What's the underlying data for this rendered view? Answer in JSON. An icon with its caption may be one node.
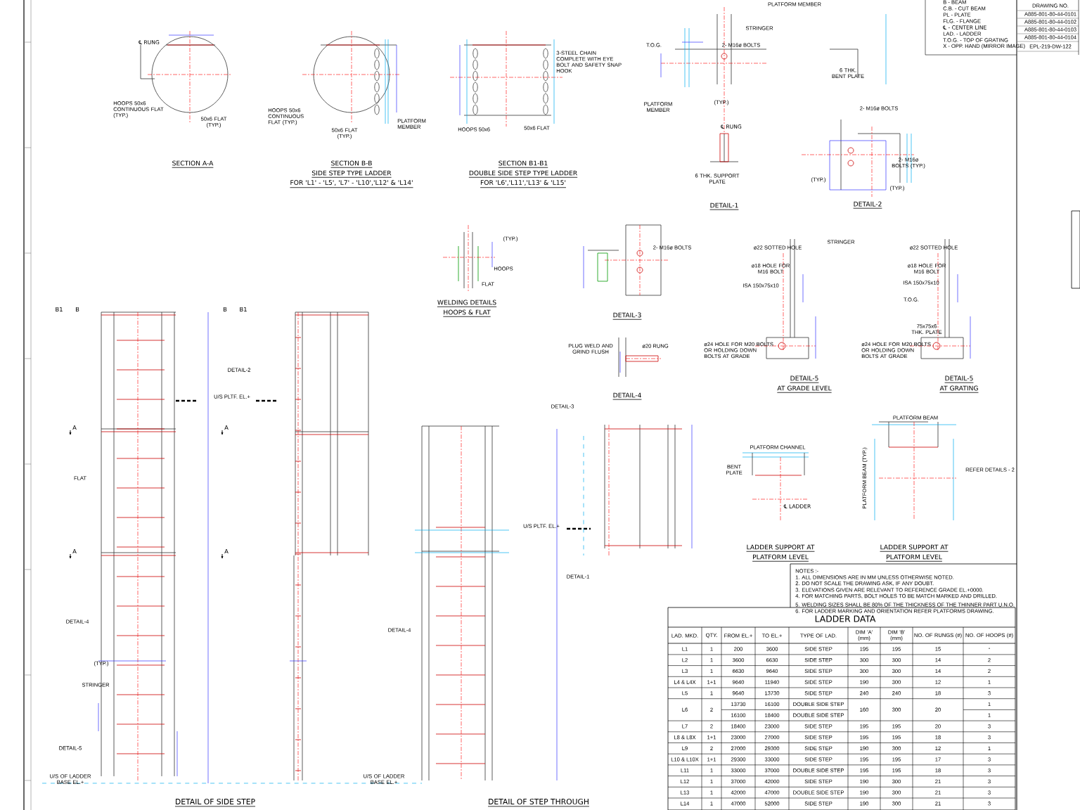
{
  "diagram": {
    "labels": [
      "B - BEAM",
      "C.B. - CUT BEAM",
      "PL - PLATE",
      "FLG. - FLANGE",
      "℄ - CENTER LINE",
      "LAD. - LADDER",
      "T.O.G. - TOP OF GRATING",
      "X - OPP. HAND (MIRROR IMAGE)",
      "DRAWING NO.",
      "A885-801-80-44-0101",
      "A885-801-80-44-0102",
      "A885-801-80-44-0103",
      "A885-801-80-44-0104",
      "EPL-219-DW-122",
      "℄ RUNG",
      "HOOPS 50x6 CONTINUOUS FLAT (TYP.)",
      "50x6 FLAT (TYP.)",
      "HOOPS 50x6 CONTINUOUS FLAT (TYP.)",
      "50x6 FLAT (TYP.)",
      "PLATFORM MEMBER",
      "HOOPS 50x6",
      "50x6 FLAT",
      "SECTION A-A",
      "SECTION B-B",
      "SIDE STEP TYPE LADDER",
      "FOR 'L1' - 'L5', 'L7' - 'L10','L12' & 'L14'",
      "SECTION B1-B1",
      "DOUBLE SIDE STEP TYPE LADDER",
      "FOR 'L6','L11','L13' & 'L15'",
      "3-STEEL CHAIN COMPLETE WITH EYE BOLT AND SAFETY SNAP HOOK",
      "T.O.G.",
      "STRINGER",
      "2- M16ø BOLTS",
      "PLATFORM MEMBER",
      "PLATFORM MEMBER",
      "6 THK. BENT PLATE",
      "(TYP.)",
      "℄ RUNG",
      "6 THK. SUPPORT PLATE",
      "DETAIL-1",
      "2- M16ø BOLTS",
      "2- M16ø BOLTS (TYP.)",
      "(TYP.)",
      "(TYP.)",
      "DETAIL-2",
      "(TYP.)",
      "HOOPS",
      "FLAT",
      "WELDING DETAILS",
      "HOOPS & FLAT",
      "2- M16ø BOLTS",
      "ø22 SOTTED HOLE",
      "STRINGER",
      "ø18 HOLE FOR M16 BOLT",
      "ISA 150x75x10",
      "ø22 SOTTED HOLE",
      "ø18 HOLE FOR M16 BOLT",
      "ISA 150x75x10",
      "T.O.G.",
      "75x75x6 THK. PLATE",
      "DETAIL-3",
      "PLUG WELD AND GRIND FLUSH",
      "ø20 RUNG",
      "ø24 HOLE FOR M20 BOLTS OR HOLDING DOWN BOLTS AT GRADE",
      "ø24 HOLE FOR M20 BOLTS OR HOLDING DOWN BOLTS AT GRADE",
      "DETAIL-4",
      "DETAIL-5",
      "AT GRADE LEVEL",
      "DETAIL-5",
      "AT GRATING",
      "PLATFORM BEAM",
      "PLATFORM CHANNEL",
      "BENT PLATE",
      "REFER DETAILS - 2",
      "℄ LADDER",
      "PLATFORM BEAM (TYP.)",
      "LADDER SUPPORT AT",
      "PLATFORM LEVEL",
      "LADDER SUPPORT AT",
      "PLATFORM LEVEL",
      "B1",
      "B",
      "B",
      "B1",
      "DETAIL-2",
      "U/S PLTF. EL.+",
      "A",
      "A",
      "FLAT",
      "A",
      "A",
      "DETAIL-4",
      "(TYP.)",
      "STRINGER",
      "DETAIL-5",
      "U/S OF LADDER BASE EL.+",
      "DETAIL-4",
      "U/S OF LADDER BASE EL.+",
      "DETAIL-3",
      "U/S PLTF. EL.+",
      "DETAIL-1",
      "DETAIL OF SIDE STEP",
      "DETAIL OF STEP THROUGH",
      "NOTES :-",
      "1. ALL DIMENSIONS ARE IN MM UNLESS OTHERWISE NOTED.",
      "2. DO NOT SCALE THE DRAWING ASK, IF ANY DOUBT.",
      "3. ELEVATIONS GIVEN ARE RELEVANT TO REFERENCE GRADE EL.+0000.",
      "4. FOR MATCHING PARTS, BOLT HOLES TO BE MATCH MARKED AND DRILLED.",
      "5. WELDING SIZES SHALL BE 80% OF THE THICKNESS OF THE THINNER PART U.N.O.",
      "6. FOR LADDER MARKING AND ORIENTATION REFER PLATFORMS DRAWING.",
      "LADDER DATA",
      "LAD. MKD.",
      "QTY.",
      "FROM EL.+",
      "TO EL.+",
      "TYPE OF LAD.",
      "DIM 'A' (mm)",
      "DIM 'B' (mm)",
      "NO. OF RUNGS (#)",
      "NO. OF HOOPS (#)",
      "L1",
      "1",
      "200",
      "3600",
      "SIDE STEP",
      "195",
      "195",
      "15",
      "-",
      "L2",
      "1",
      "3600",
      "6630",
      "SIDE STEP",
      "300",
      "300",
      "14",
      "2",
      "L3",
      "1",
      "6630",
      "9640",
      "SIDE STEP",
      "300",
      "300",
      "14",
      "2",
      "L4 & L4X",
      "1+1",
      "9640",
      "11940",
      "SIDE STEP",
      "190",
      "300",
      "12",
      "1",
      "L5",
      "1",
      "9640",
      "13730",
      "SIDE STEP",
      "240",
      "240",
      "18",
      "3",
      "L6",
      "2",
      "13730",
      "16100",
      "DOUBLE SIDE STEP",
      "160",
      "300",
      "20",
      "1",
      "16100",
      "18400",
      "DOUBLE SIDE STEP",
      "1",
      "L7",
      "2",
      "18400",
      "23000",
      "SIDE STEP",
      "195",
      "195",
      "20",
      "3",
      "L8 & L8X",
      "1+1",
      "23000",
      "27000",
      "SIDE STEP",
      "195",
      "195",
      "18",
      "3",
      "L9",
      "2",
      "27000",
      "29300",
      "SIDE STEP",
      "190",
      "300",
      "12",
      "1",
      "L10 & L10X",
      "1+1",
      "29300",
      "33000",
      "SIDE STEP",
      "195",
      "195",
      "17",
      "3",
      "L11",
      "1",
      "33000",
      "37000",
      "DOUBLE SIDE STEP",
      "195",
      "195",
      "18",
      "3",
      "L12",
      "1",
      "37000",
      "42000",
      "SIDE STEP",
      "190",
      "300",
      "21",
      "3",
      "L13",
      "1",
      "42000",
      "47000",
      "DOUBLE SIDE STEP",
      "190",
      "300",
      "21",
      "3",
      "L14",
      "1",
      "47000",
      "52000",
      "SIDE STEP",
      "190",
      "300",
      "21",
      "3"
    ]
  }
}
